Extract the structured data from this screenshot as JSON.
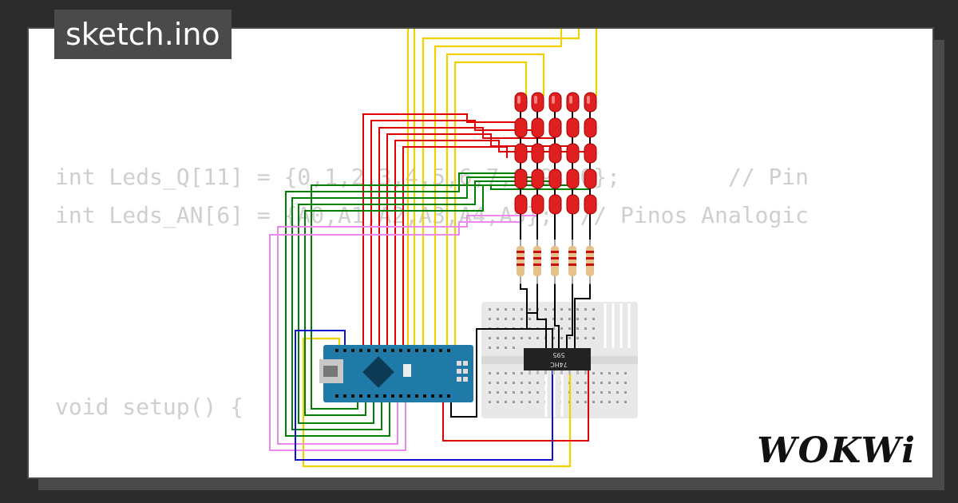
{
  "window": {
    "title": "sketch.ino"
  },
  "code": {
    "line1": "int Leds_Q[11] = {0,1,2,3,4,5,6,7,8,9,10};        // Pin",
    "line2": "int Leds_AN[6] = {A0,A1,A2,A3,A4,A5};  // Pinos Analogic",
    "line3": "void setup() {"
  },
  "logo": {
    "text": "WOKWi"
  },
  "chip": {
    "label_top": "595",
    "label_bottom": "74HC"
  },
  "colors": {
    "wire_red": "#e00000",
    "wire_green": "#008000",
    "wire_yellow": "#f0d000",
    "wire_pink": "#ee88ee",
    "wire_blue": "#1010d0",
    "wire_black": "#000000",
    "led": "#e02020",
    "board": "#1f7aa8"
  }
}
